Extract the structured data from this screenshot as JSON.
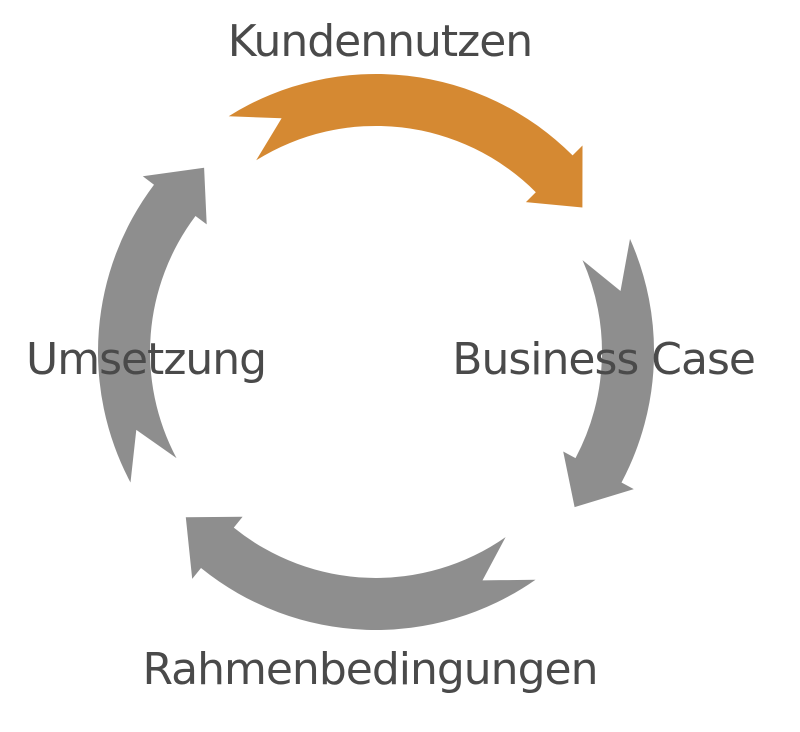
{
  "colors": {
    "highlight": "#D58932",
    "arrow": "#8E8E8E",
    "text": "#4A4A4A",
    "background": "#FFFFFF"
  },
  "stages": [
    {
      "id": "kundennutzen",
      "label": "Kundennutzen",
      "highlighted": true
    },
    {
      "id": "business-case",
      "label": "Business Case",
      "highlighted": false
    },
    {
      "id": "rahmenbedingungen",
      "label": "Rahmenbedingungen",
      "highlighted": false
    },
    {
      "id": "umsetzung",
      "label": "Umsetzung",
      "highlighted": false
    }
  ]
}
